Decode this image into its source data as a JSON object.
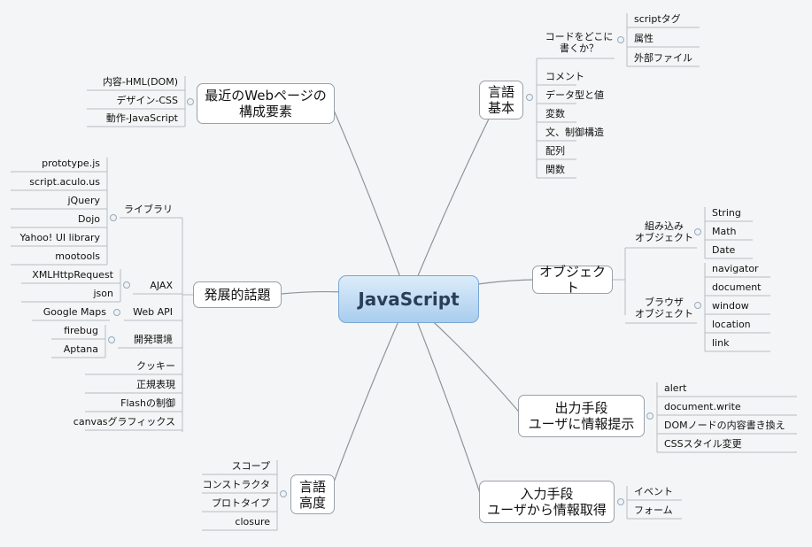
{
  "center": "JavaScript",
  "branches": {
    "lang_basic": "言語\n基本",
    "code_where": "コードをどこに\n書くか？",
    "script_tag": "scriptタグ",
    "attr": "属性",
    "external": "外部ファイル",
    "comment": "コメント",
    "datatype": "データ型と値",
    "variable": "変数",
    "statement": "文、制御構造",
    "array": "配列",
    "function": "関数",
    "object": "オブジェクト",
    "builtin": "組み込み\nオブジェクト",
    "string": "String",
    "math": "Math",
    "date": "Date",
    "browser": "ブラウザ\nオブジェクト",
    "navigator": "navigator",
    "document": "document",
    "window": "window",
    "location": "location",
    "link": "link",
    "output": "出力手段\nユーザに情報提示",
    "alert": "alert",
    "docwrite": "document.write",
    "dom_rewrite": "DOMノードの内容書き換え",
    "css_style": "CSSスタイル変更",
    "input": "入力手段\nユーザから情報取得",
    "event": "イベント",
    "form": "フォーム",
    "recent": "最近のWebページの\n構成要素",
    "content": "内容-HML(DOM)",
    "design": "デザイン-CSS",
    "behavior": "動作-JavaScript",
    "advanced": "発展的話題",
    "library": "ライブラリ",
    "prototype": "prototype.js",
    "scriptaculous": "script.aculo.us",
    "jquery": "jQuery",
    "dojo": "Dojo",
    "yui": "Yahoo! UI library",
    "mootools": "mootools",
    "ajax": "AJAX",
    "xhr": "XMLHttpRequest",
    "json": "json",
    "webapi": "Web API",
    "gmaps": "Google Maps",
    "devenv": "開発環境",
    "firebug": "firebug",
    "aptana": "Aptana",
    "cookie": "クッキー",
    "regex": "正規表現",
    "flash": "Flashの制御",
    "canvas": "canvasグラフィックス",
    "lang_adv": "言語\n高度",
    "scope": "スコープ",
    "constructor": "コンストラクタ",
    "prototype_jp": "プロトタイプ",
    "closure": "closure"
  },
  "colors": {
    "line": "#8e949c",
    "leaf_line": "#b7bcc2",
    "center_top": "#dcecfa",
    "center_bottom": "#a9cdee"
  }
}
